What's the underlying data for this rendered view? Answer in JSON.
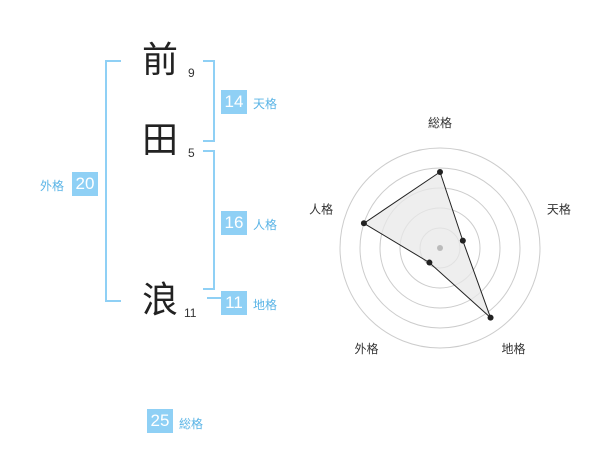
{
  "name": {
    "chars": [
      {
        "char": "前",
        "strokes": "9"
      },
      {
        "char": "田",
        "strokes": "5"
      },
      {
        "char": "浪",
        "strokes": "11"
      }
    ]
  },
  "kaku": {
    "tenkaku": {
      "value": "14",
      "label": "天格"
    },
    "jinkaku": {
      "value": "16",
      "label": "人格"
    },
    "chikaku": {
      "value": "11",
      "label": "地格"
    },
    "gaikaku": {
      "value": "20",
      "label": "外格"
    },
    "soukaku": {
      "value": "25",
      "label": "総格"
    }
  },
  "chart_data": {
    "type": "radar",
    "axes": [
      "総格",
      "天格",
      "地格",
      "外格",
      "人格"
    ],
    "values": [
      3.8,
      1.2,
      4.3,
      0.9,
      4.0
    ],
    "max": 5,
    "rings": 5,
    "colors": {
      "fill": "#e8e8e8",
      "line": "#222222",
      "ring": "#cccccc",
      "center": "#bbbbbb"
    }
  }
}
